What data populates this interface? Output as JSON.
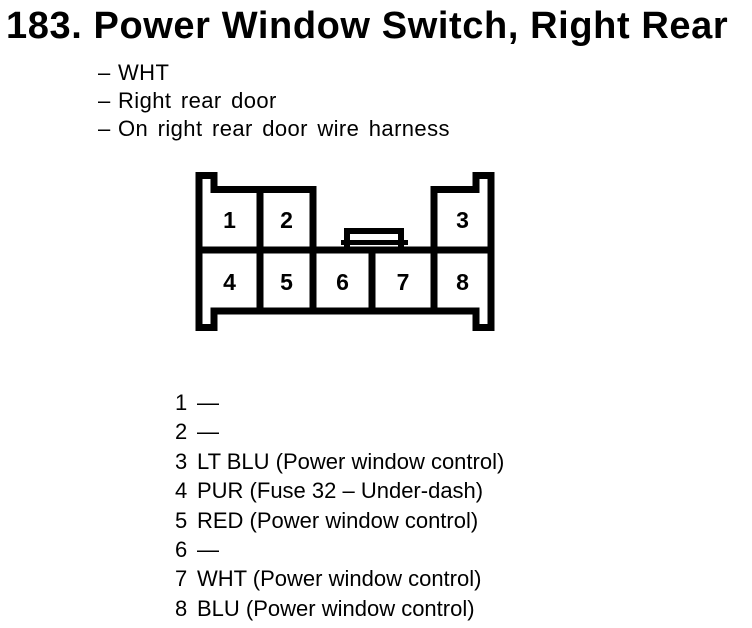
{
  "page": {
    "title": "183. Power Window Switch, Right Rear",
    "ink_color": "#000000",
    "paper_color": "#ffffff"
  },
  "notes": [
    {
      "bullet": "–",
      "text": "WHT"
    },
    {
      "bullet": "–",
      "text": "Right rear door"
    },
    {
      "bullet": "–",
      "text": "On right rear door wire harness"
    }
  ],
  "connector": {
    "description": "8-cavity connector, face view, top tabs left and right, center latch",
    "cells": [
      {
        "pin": "1"
      },
      {
        "pin": "2"
      },
      {
        "pin": "3"
      },
      {
        "pin": "4"
      },
      {
        "pin": "5"
      },
      {
        "pin": "6"
      },
      {
        "pin": "7"
      },
      {
        "pin": "8"
      }
    ]
  },
  "pins": [
    {
      "pin": "1",
      "desc": "—"
    },
    {
      "pin": "2",
      "desc": "—"
    },
    {
      "pin": "3",
      "desc": "LT BLU (Power window control)"
    },
    {
      "pin": "4",
      "desc": "PUR (Fuse 32 – Under-dash)"
    },
    {
      "pin": "5",
      "desc": "RED (Power window control)"
    },
    {
      "pin": "6",
      "desc": "—"
    },
    {
      "pin": "7",
      "desc": "WHT (Power window control)"
    },
    {
      "pin": "8",
      "desc": "BLU (Power window control)"
    }
  ]
}
